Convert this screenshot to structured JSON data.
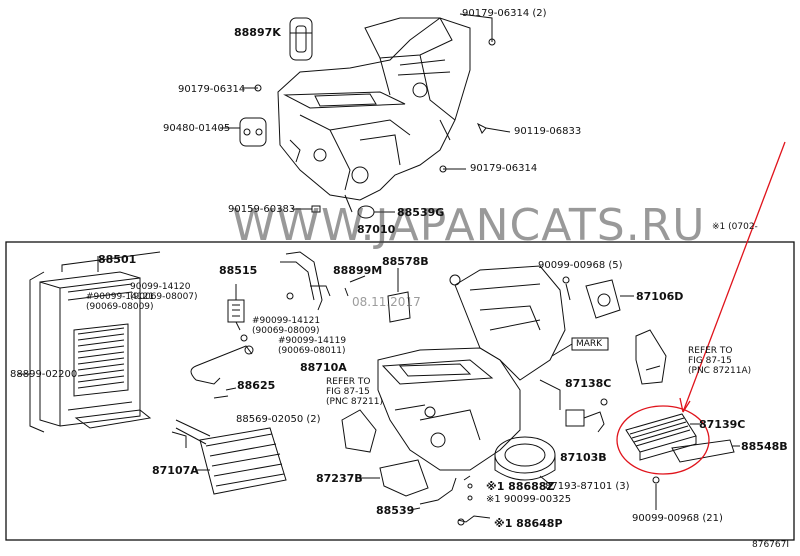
{
  "watermark": {
    "site": "WWW.JAPANCATS.RU",
    "date": "08.11.2017"
  },
  "top_note": "※1 (0702-",
  "figure_id": "876767I",
  "mark_label": "MARK",
  "refer_left": {
    "l1": "REFER  TO",
    "l2": "FIG 87-15",
    "l3": "(PNC 87211)"
  },
  "refer_right": {
    "l1": "REFER  TO",
    "l2": "FIG 87-15",
    "l3": "(PNC 87211A)"
  },
  "labels": {
    "p88897k": "88897K",
    "p90179_06314_2": "90179-06314 (2)",
    "p90179_06314_a": "90179-06314",
    "p90480_01405": "90480-01405",
    "p90119_06833": "90119-06833",
    "p90179_06314_b": "90179-06314",
    "p90159_60383": "90159-60383",
    "p88539g": "88539G",
    "p87010": "87010",
    "p88501": "88501",
    "p90099_14120": "90099-14120",
    "p90069_08007": "(90069-08007)",
    "p90099_14121_a": "#90099-14121",
    "p90069_08009_a": "(90069-08009)",
    "p88515": "88515",
    "p88899m": "88899M",
    "p88578b": "88578B",
    "p90099_00968_5": "90099-00968 (5)",
    "p87106d": "87106D",
    "p90099_14121_b": "#90099-14121",
    "p90069_08009_b": "(90069-08009)",
    "p90099_14119": "#90099-14119",
    "p90069_08011": "(90069-08011)",
    "p88710a": "88710A",
    "p88899_02200": "88899-02200",
    "p88625": "88625",
    "p88569_02050": "88569-02050 (2)",
    "p87138c": "87138C",
    "p87139c": "87139C",
    "p88548b": "88548B",
    "p87107a": "87107A",
    "p87103b": "87103B",
    "p87237b": "87237B",
    "p88688z": "※1 88688Z",
    "p87193_87101": "87193-87101 (3)",
    "p90099_00325": "※1 90099-00325",
    "p88539": "88539",
    "p88648p": "※1 88648P",
    "p90099_00968_21": "90099-00968 (21)"
  },
  "colors": {
    "ink": "#111111",
    "highlight": "#e0141c",
    "watermark": "#555555"
  }
}
